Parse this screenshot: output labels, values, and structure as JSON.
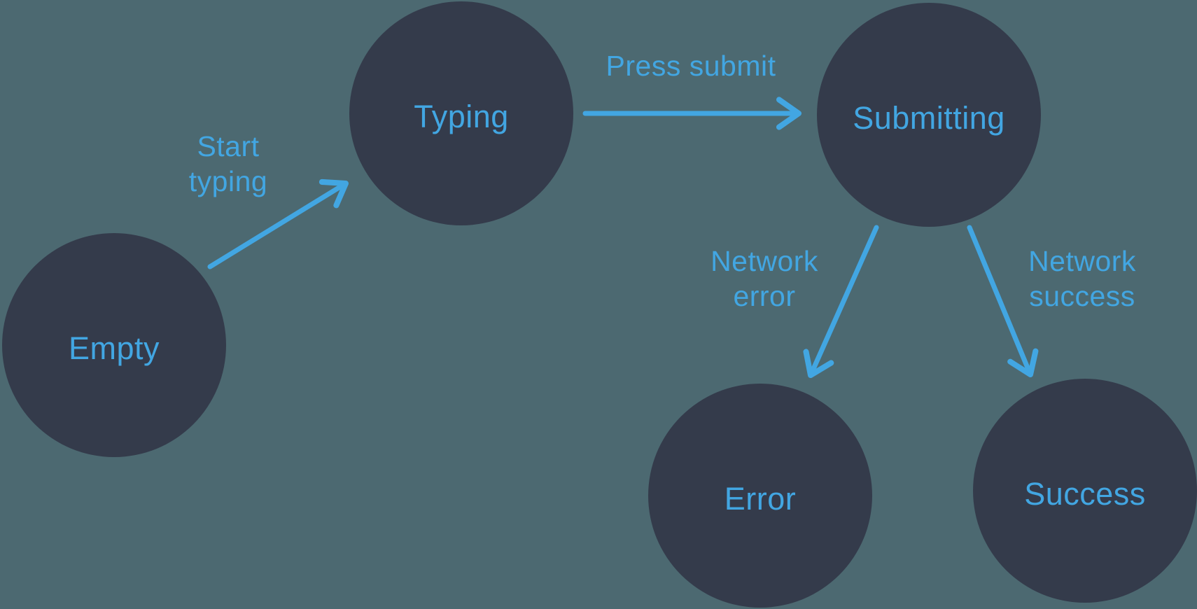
{
  "diagram": {
    "type": "state-machine",
    "nodes": [
      {
        "id": "empty",
        "label": "Empty"
      },
      {
        "id": "typing",
        "label": "Typing"
      },
      {
        "id": "submitting",
        "label": "Submitting"
      },
      {
        "id": "error",
        "label": "Error"
      },
      {
        "id": "success",
        "label": "Success"
      }
    ],
    "edges": [
      {
        "from": "empty",
        "to": "typing",
        "label": "Start typing",
        "lines": [
          "Start",
          "typing"
        ]
      },
      {
        "from": "typing",
        "to": "submitting",
        "label": "Press submit",
        "lines": [
          "Press submit"
        ]
      },
      {
        "from": "submitting",
        "to": "error",
        "label": "Network error",
        "lines": [
          "Network",
          "error"
        ]
      },
      {
        "from": "submitting",
        "to": "success",
        "label": "Network success",
        "lines": [
          "Network",
          "success"
        ]
      }
    ],
    "colors": {
      "background": "#4C6971",
      "node_fill": "#343B4B",
      "accent": "#42A6E2"
    }
  }
}
